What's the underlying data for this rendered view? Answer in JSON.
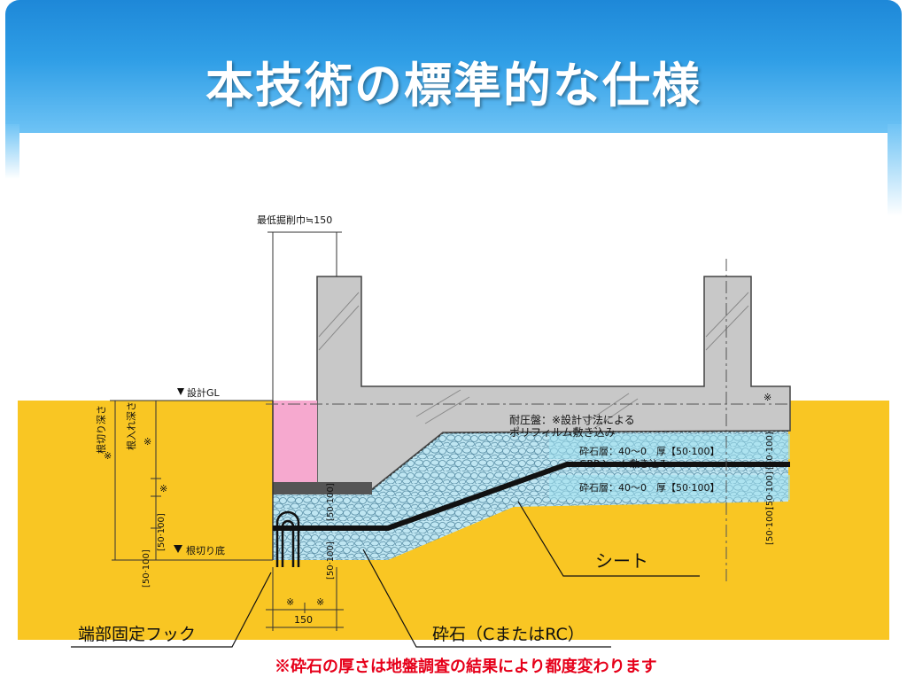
{
  "title": "本技術の標準的な仕様",
  "colors": {
    "ground": "#f9c623",
    "concrete": "#c8c8c8",
    "gravel": "#bfe6f2",
    "pink": "#f6a9cf",
    "layer_band": "#9fe0ef",
    "note_red": "#e6001a",
    "banner": "#2f9ee6"
  },
  "labels": {
    "min_excavation": "最低掘削巾≒150",
    "design_gl": "設計GL",
    "excavation_bottom": "根切り底",
    "excavation_depth": "根切り深さ",
    "embed_depth": "根入れ深さ",
    "mark": "※",
    "range": "[50·100]",
    "pressure_plate": "耐圧盤：※設計寸法による",
    "polyfilm": "ポリフィルム敷き込み",
    "gravel_layer_upper": "砕石層：40～0　厚【50·100】",
    "grr_sheet": "GRRシート敷き込み",
    "gravel_layer_lower": "砕石層：40～0　厚【50·100】",
    "sheet": "シート",
    "end_hook": "端部固定フック",
    "crushed_stone": "砕石（CまたはRC）",
    "dim_150": "150",
    "footnote": "※砕石の厚さは地盤調査の結果により都度変わります"
  }
}
